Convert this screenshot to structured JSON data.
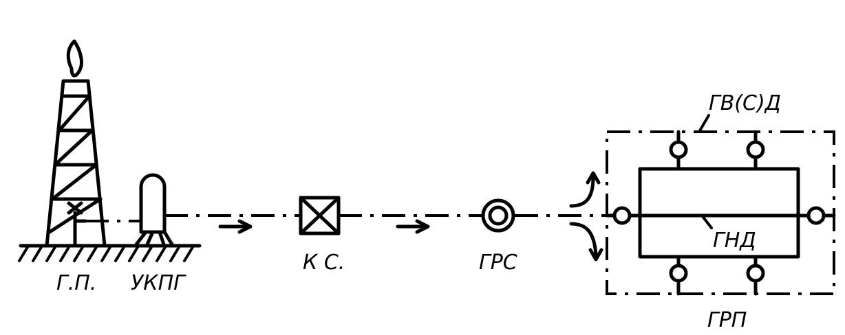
{
  "labels": {
    "gas_well": "Г.П.",
    "gas_treatment": "УКПГ",
    "compressor_station": "К С.",
    "gas_distribution_station": "ГРС",
    "high_medium_pressure_network": "ГВ(С)Д",
    "low_pressure_network": "ГНД",
    "gas_regulation_point": "ГРП"
  },
  "icons": {
    "well": "derrick-flare-icon",
    "treatment": "vessel-icon",
    "compressor": "box-cross-icon",
    "distribution": "double-circle-icon",
    "regulator": "circle-valve-icon"
  },
  "colors": {
    "ink": "#000000",
    "background": "#ffffff"
  }
}
